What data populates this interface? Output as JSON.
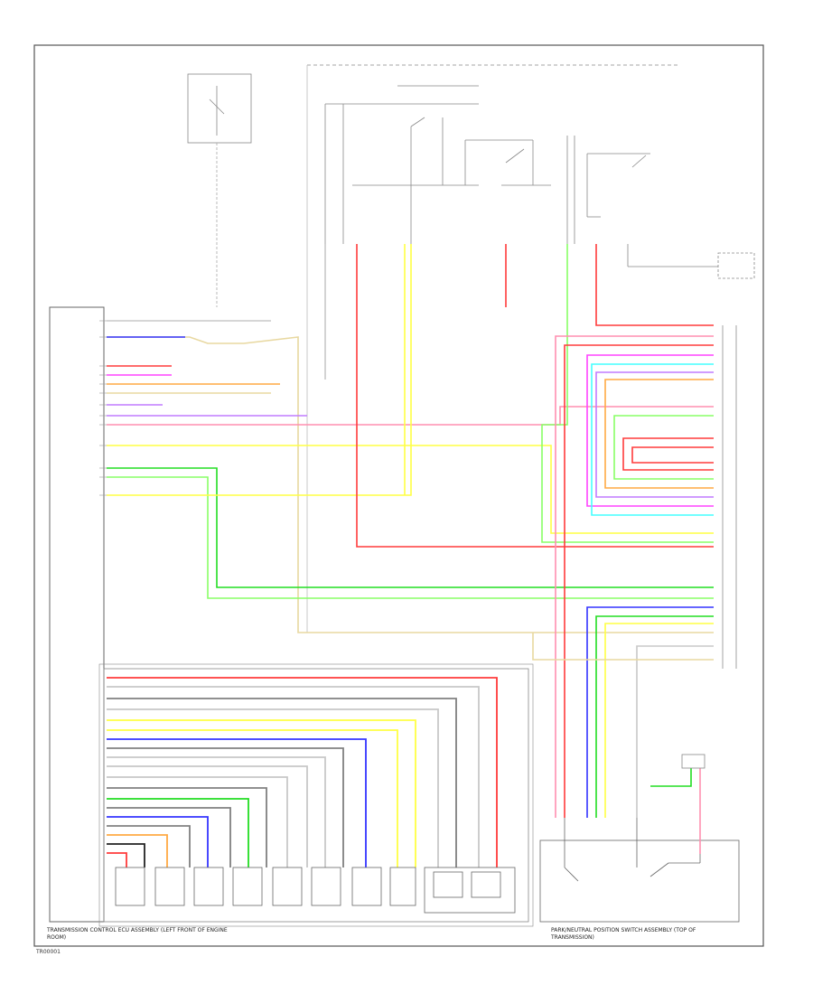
{
  "diagram": {
    "bottom_left_caption": "TRANSMISSION CONTROL ECU ASSEMBLY\n(LEFT FRONT OF ENGINE ROOM)",
    "bottom_right_caption": "PARK/NEUTRAL POSITION SWITCH ASSEMBLY\n(TOP OF TRANSMISSION)",
    "footer_code": "TR00001",
    "colors": {
      "red": "#ff3b3b",
      "pink": "#ff8fb0",
      "blue": "#3434ff",
      "violet": "#c07cff",
      "magenta": "#ff44ff",
      "green": "#22dd22",
      "lightgreen": "#88ff66",
      "yellow": "#ffff44",
      "orange": "#ffaa44",
      "cyan": "#44ffff",
      "gray": "#808080",
      "lightgray": "#c8c8c8",
      "black": "#222222",
      "tan": "#e8d8a0"
    }
  }
}
